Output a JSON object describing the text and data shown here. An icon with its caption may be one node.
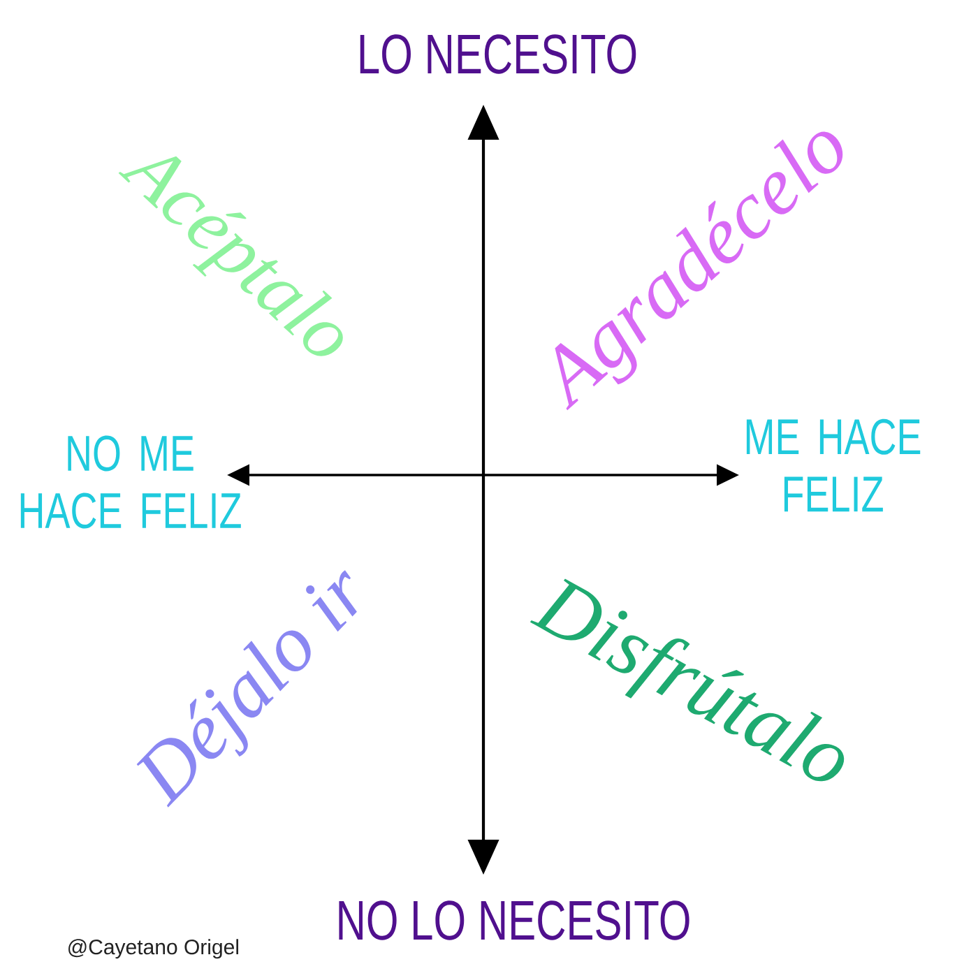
{
  "diagram": {
    "labels": [
      "LO NECESITO",
      "Acéptalo",
      "Agradécelo",
      "NO ME HACE FELIZ",
      "ME HACE FELIZ",
      "Déjalo ir",
      "Disfrútalo",
      "NO LO NECESITO",
      "@Cayetano Origel"
    ]
  }
}
